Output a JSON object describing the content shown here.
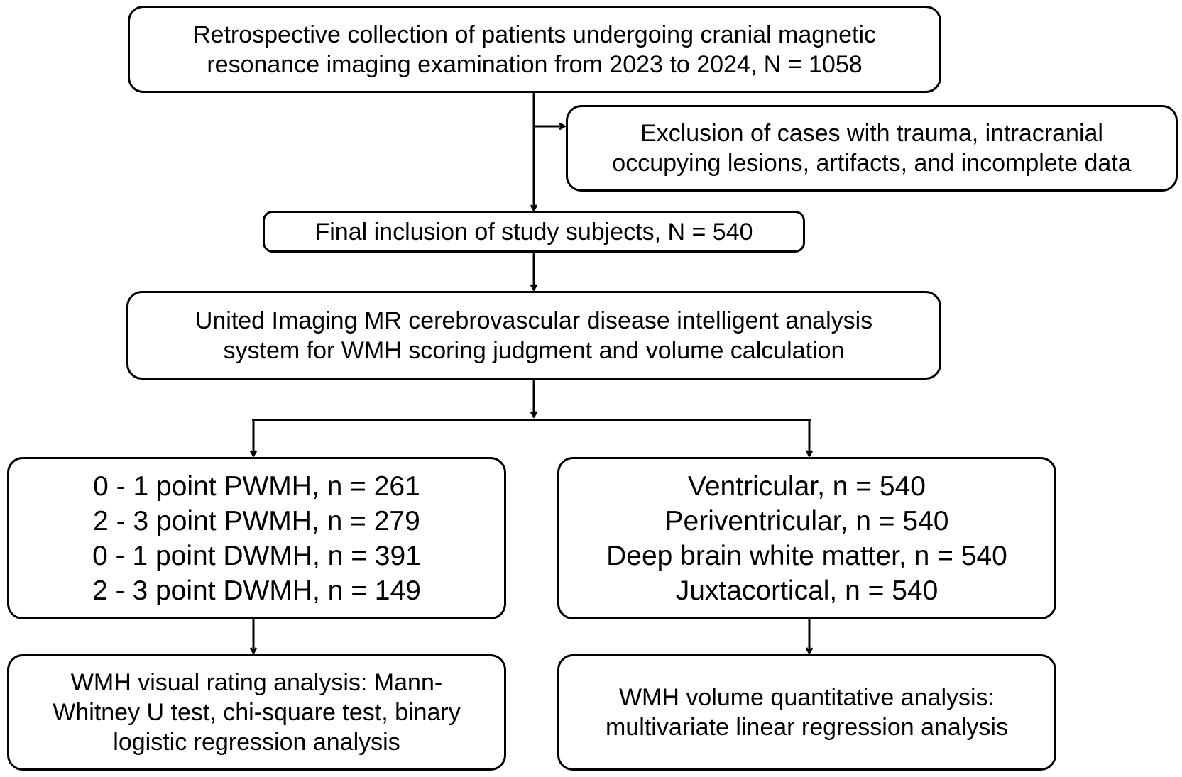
{
  "boxes": {
    "collection": [
      "Retrospective collection of patients undergoing cranial magnetic",
      "resonance imaging examination from 2023 to 2024, N = 1058"
    ],
    "exclusion": [
      "Exclusion of cases with trauma, intracranial",
      "occupying lesions, artifacts, and incomplete data"
    ],
    "inclusion": [
      "Final inclusion of study subjects, N = 540"
    ],
    "system": [
      "United Imaging MR cerebrovascular disease intelligent analysis",
      "system for WMH scoring judgment and volume calculation"
    ],
    "scores": [
      "0 - 1 point PWMH, n = 261",
      "2 - 3 point PWMH, n = 279",
      "0 - 1 point DWMH, n = 391",
      "2 - 3 point DWMH, n = 149"
    ],
    "regions": [
      "Ventricular, n = 540",
      "Periventricular, n = 540",
      "Deep brain white matter, n = 540",
      "Juxtacortical, n = 540"
    ],
    "visual_analysis": [
      "WMH visual rating analysis: Mann-",
      "Whitney U test, chi-square test, binary",
      "logistic regression analysis"
    ],
    "volume_analysis": [
      "WMH volume quantitative analysis:",
      "multivariate linear regression analysis"
    ]
  }
}
